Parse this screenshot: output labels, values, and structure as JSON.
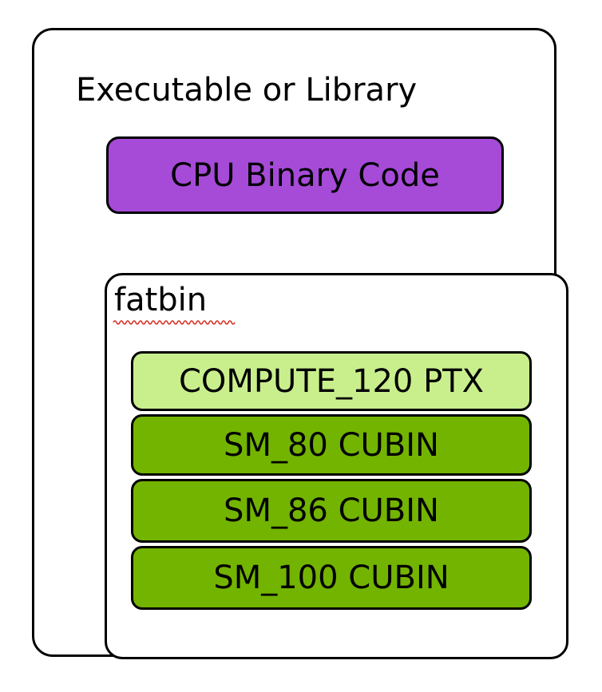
{
  "diagram": {
    "executable_box": {
      "label": "Executable or Library"
    },
    "cpu_box": {
      "label": "CPU Binary Code",
      "fill": "#A64AD8"
    },
    "fatbin_box": {
      "label": "fatbin",
      "spellcheck_underline_color": "#D93025",
      "items": [
        {
          "label": "COMPUTE_120 PTX",
          "fill": "#C9EF8D"
        },
        {
          "label": "SM_80 CUBIN",
          "fill": "#73B400"
        },
        {
          "label": "SM_86 CUBIN",
          "fill": "#73B400"
        },
        {
          "label": "SM_100 CUBIN",
          "fill": "#73B400"
        }
      ]
    },
    "colors": {
      "background": "#FFFFFF",
      "border": "#000000",
      "text": "#000000"
    }
  }
}
